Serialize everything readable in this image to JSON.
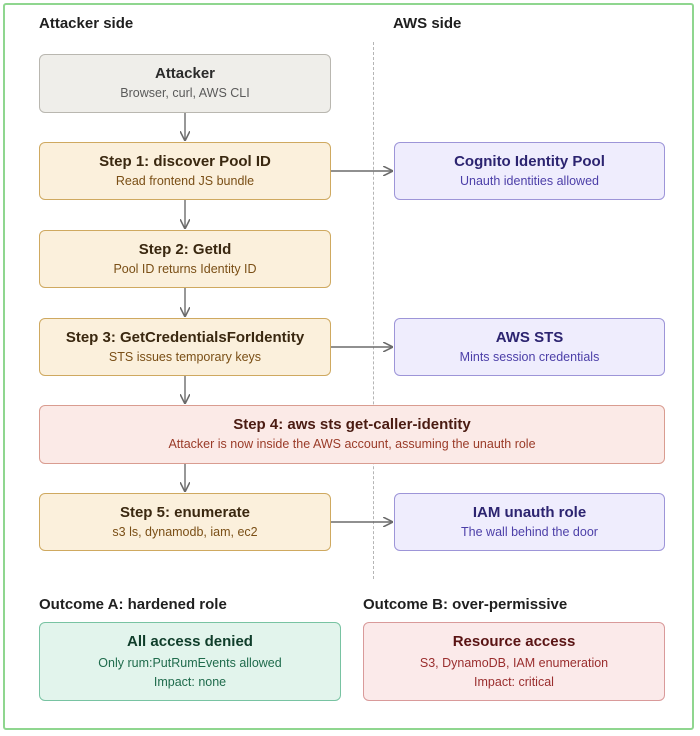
{
  "sections": {
    "attacker_side": "Attacker side",
    "aws_side": "AWS side",
    "outcome_a": "Outcome A: hardened role",
    "outcome_b": "Outcome B: over-permissive"
  },
  "nodes": {
    "attacker": {
      "title": "Attacker",
      "lines": [
        "Browser, curl, AWS CLI"
      ]
    },
    "step1": {
      "title": "Step 1: discover Pool ID",
      "lines": [
        "Read frontend JS bundle"
      ]
    },
    "step2": {
      "title": "Step 2: GetId",
      "lines": [
        "Pool ID returns Identity ID"
      ]
    },
    "step3": {
      "title": "Step 3: GetCredentialsForIdentity",
      "lines": [
        "STS issues temporary keys"
      ]
    },
    "step4": {
      "title": "Step 4: aws sts get-caller-identity",
      "lines": [
        "Attacker is now inside the AWS account, assuming the unauth role"
      ]
    },
    "step5": {
      "title": "Step 5: enumerate",
      "lines": [
        "s3 ls, dynamodb, iam, ec2"
      ]
    },
    "cognito": {
      "title": "Cognito Identity Pool",
      "lines": [
        "Unauth identities allowed"
      ]
    },
    "sts": {
      "title": "AWS STS",
      "lines": [
        "Mints session credentials"
      ]
    },
    "iam": {
      "title": "IAM unauth role",
      "lines": [
        "The wall behind the door"
      ]
    },
    "outcome_a_box": {
      "title": "All access denied",
      "lines": [
        "Only rum:PutRumEvents allowed",
        "Impact: none"
      ]
    },
    "outcome_b_box": {
      "title": "Resource access",
      "lines": [
        "S3, DynamoDB, IAM enumeration",
        "Impact: critical"
      ]
    }
  },
  "colors": {
    "arrow": "#6b6b6b",
    "frame": "#8fd68f"
  }
}
